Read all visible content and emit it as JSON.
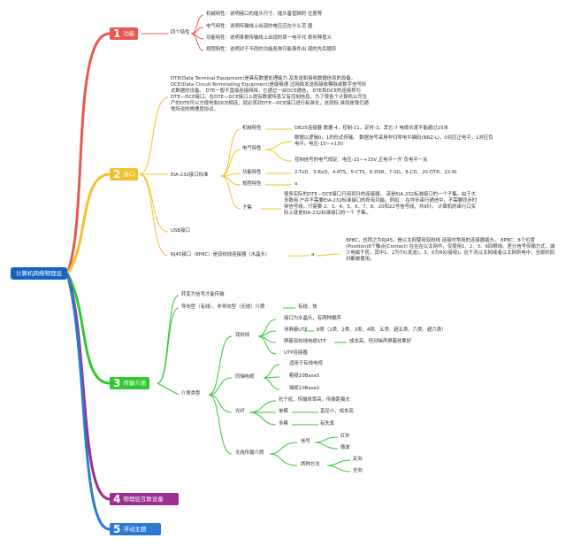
{
  "root": "计算机网络物理层",
  "colors": {
    "red": "#e8584f",
    "yellow": "#f2c12e",
    "green": "#32c832",
    "purple": "#9b2f8f",
    "blue": "#2b7bd3",
    "root": "#1565c0"
  },
  "b1": {
    "num": "1",
    "label": "功能",
    "child": "四个特性",
    "items": [
      "机械特性：说明接口的插头尺寸、插头备管脚的 位置等",
      "电气特性：说明传输线上出现的电压应在什么范 围",
      "功能特性：说明某根传输线上出现的某一电平代 表何种意义",
      "规程特性：说明对于不同的功能各种可能事件出 现的先后顺序"
    ]
  },
  "b2": {
    "num": "2",
    "label": "接口",
    "dte": "DTE(Data Terminal Equipment)是具有数据处理能力 及发送和接收数据信息的设备。 DCE(Data Circuit-Terminating Equipment)是能够通 过网络发送和接收模拟或数字信号形式数据的设备。 DTE一般不直接连接网络，它通过一台DCE通信， DTE和DCE的连接称为DTE—DCE接口。在DTE—DCE接口上提有数据传息又有控制信息。为了使各个计算机公司生产的DTE可以方便地和DCE相连，就必须对DTE—DCE接口进行标准化，这就标 准就是我们通常所说的物理层协议。",
    "eia": "EIA-232接口标准",
    "mech": "机械特性",
    "mech_v": "DB25连接器 数据-4，控制-11，定时-3，其它-7 电缆长度不能超过25米",
    "elec": "电气特性",
    "elec_v1": "数据以逻辑0，1的形式传输。 数据信号采用非归零电平编码(NRZ-L)，0对应正电平，1对应负电平。电压-15~+15V",
    "elec_v2": "控制信号的电气规定：电压-15~+15V 正电平一开 负电平一关",
    "func": "功能特性",
    "func_v": "2-TxD、3-RxD、4-RTS、5-CTS、6-DSR、7-SG、8-CD、20-DTR、22-RI",
    "proc": "规程特性",
    "proc_v": "a",
    "sub": "子集",
    "sub_v": "很多实际的DTE—DCE接口只用到针的连接器。 该是EIA-232标准接口的一个子集。由于大多数用 户并不需要EIA-232标准接口的所有功能。例如： 在异步串行通信中，不需要同步时钟信号线。只需要 2、3、4、5、6、7、8、20和22号信号线，共9针。 计算机的串行口实际上就是EIA-232标准接口的一个 子集。",
    "usb": "USB接口",
    "rj45": "RJ45接口（8P8C）是双绞线连接器（水晶头）",
    "rj45_a": "a",
    "rj45_v": "8P8C，也称之为RJ45，是以太网使用双绞线 连接时常用的连接器插头。 8P8C：8个位置(Position)8个触点(Contact) 在在在以太网中，仅使用1、2、3、6四根线。差分信号传输方式，减少电磁干扰，其中1、2为TX(发送)，3、6为RX(接收)。在千兆以太网或者以太网供电中，全部的四 对都被使用。"
  },
  "b3": {
    "num": "3",
    "label": "传输介质",
    "conv": "转变为信号才能传输",
    "dir": "导向型（有线）、非导向型（无线）介质",
    "dir_v": "有线、快",
    "types": "介质类型",
    "twisted": "双绞线",
    "tw_1": "接口为水晶头，有两种顺序",
    "utp": "非屏蔽UTP",
    "utp_v": "8类（1类、2类、3类、4类、五类、超五类、六类、超六类）",
    "stp": "屏蔽双绞线电缆STP",
    "stp_v": "成本高，但对噪声屏蔽效果好",
    "utp_l": "UTP连接器",
    "coax": "同轴电缆",
    "coax_1": "适用于有线电视",
    "coax_2": "粗缆10Base5",
    "coax_3": "细缆10Base2",
    "fiber": "光纤",
    "fiber_1": "抗干扰，传输效率高，传输距离长",
    "single": "单模",
    "single_v": "直径小，成本高",
    "multi": "多模",
    "multi_v": "有失真",
    "wireless": "无线传输介质",
    "signal": "信号",
    "ir": "红外",
    "mw": "微波",
    "two": "两种方法",
    "dir1": "定向",
    "omni": "全向"
  },
  "b4": {
    "num": "4",
    "label": "物理层互联设备"
  },
  "b5": {
    "num": "5",
    "label": "浮动主题"
  }
}
